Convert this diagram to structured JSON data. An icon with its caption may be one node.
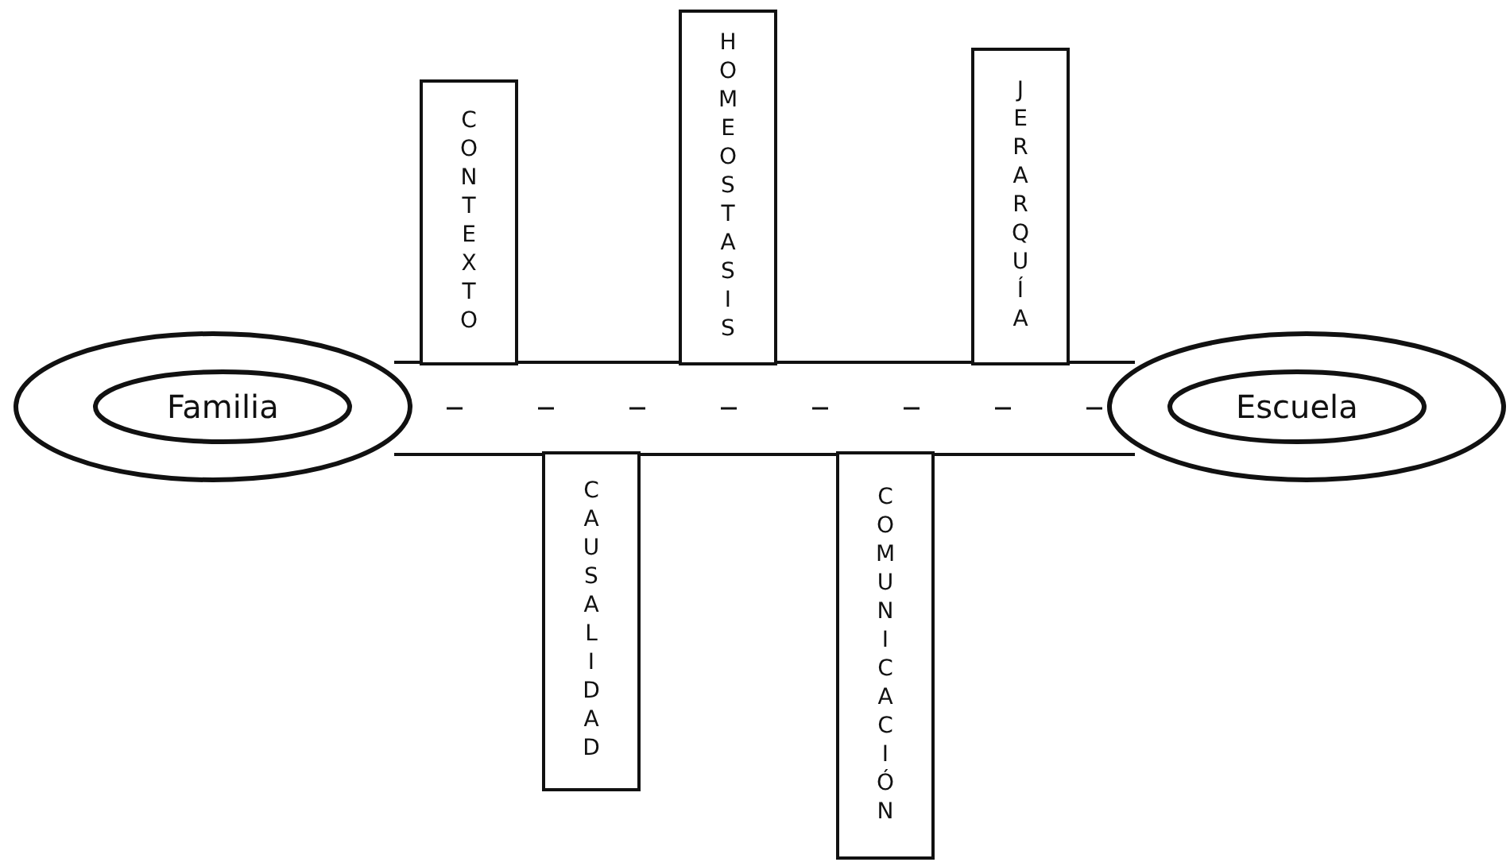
{
  "diagram": {
    "nodes": [
      {
        "text": [
          "CONTEXTO"
        ]
      },
      {
        "text": [
          "HOMEOSTASIS"
        ]
      },
      {
        "text": [
          "JERARQUÍA"
        ]
      },
      {
        "text": [
          "Familia"
        ]
      },
      {
        "text": [],
        "shape": "bar"
      },
      {
        "text": [
          "Escuela"
        ]
      },
      {
        "text": [
          "CAUSALIDAD"
        ]
      },
      {
        "text": [
          "COMUNICACIÓN"
        ]
      }
    ]
  }
}
